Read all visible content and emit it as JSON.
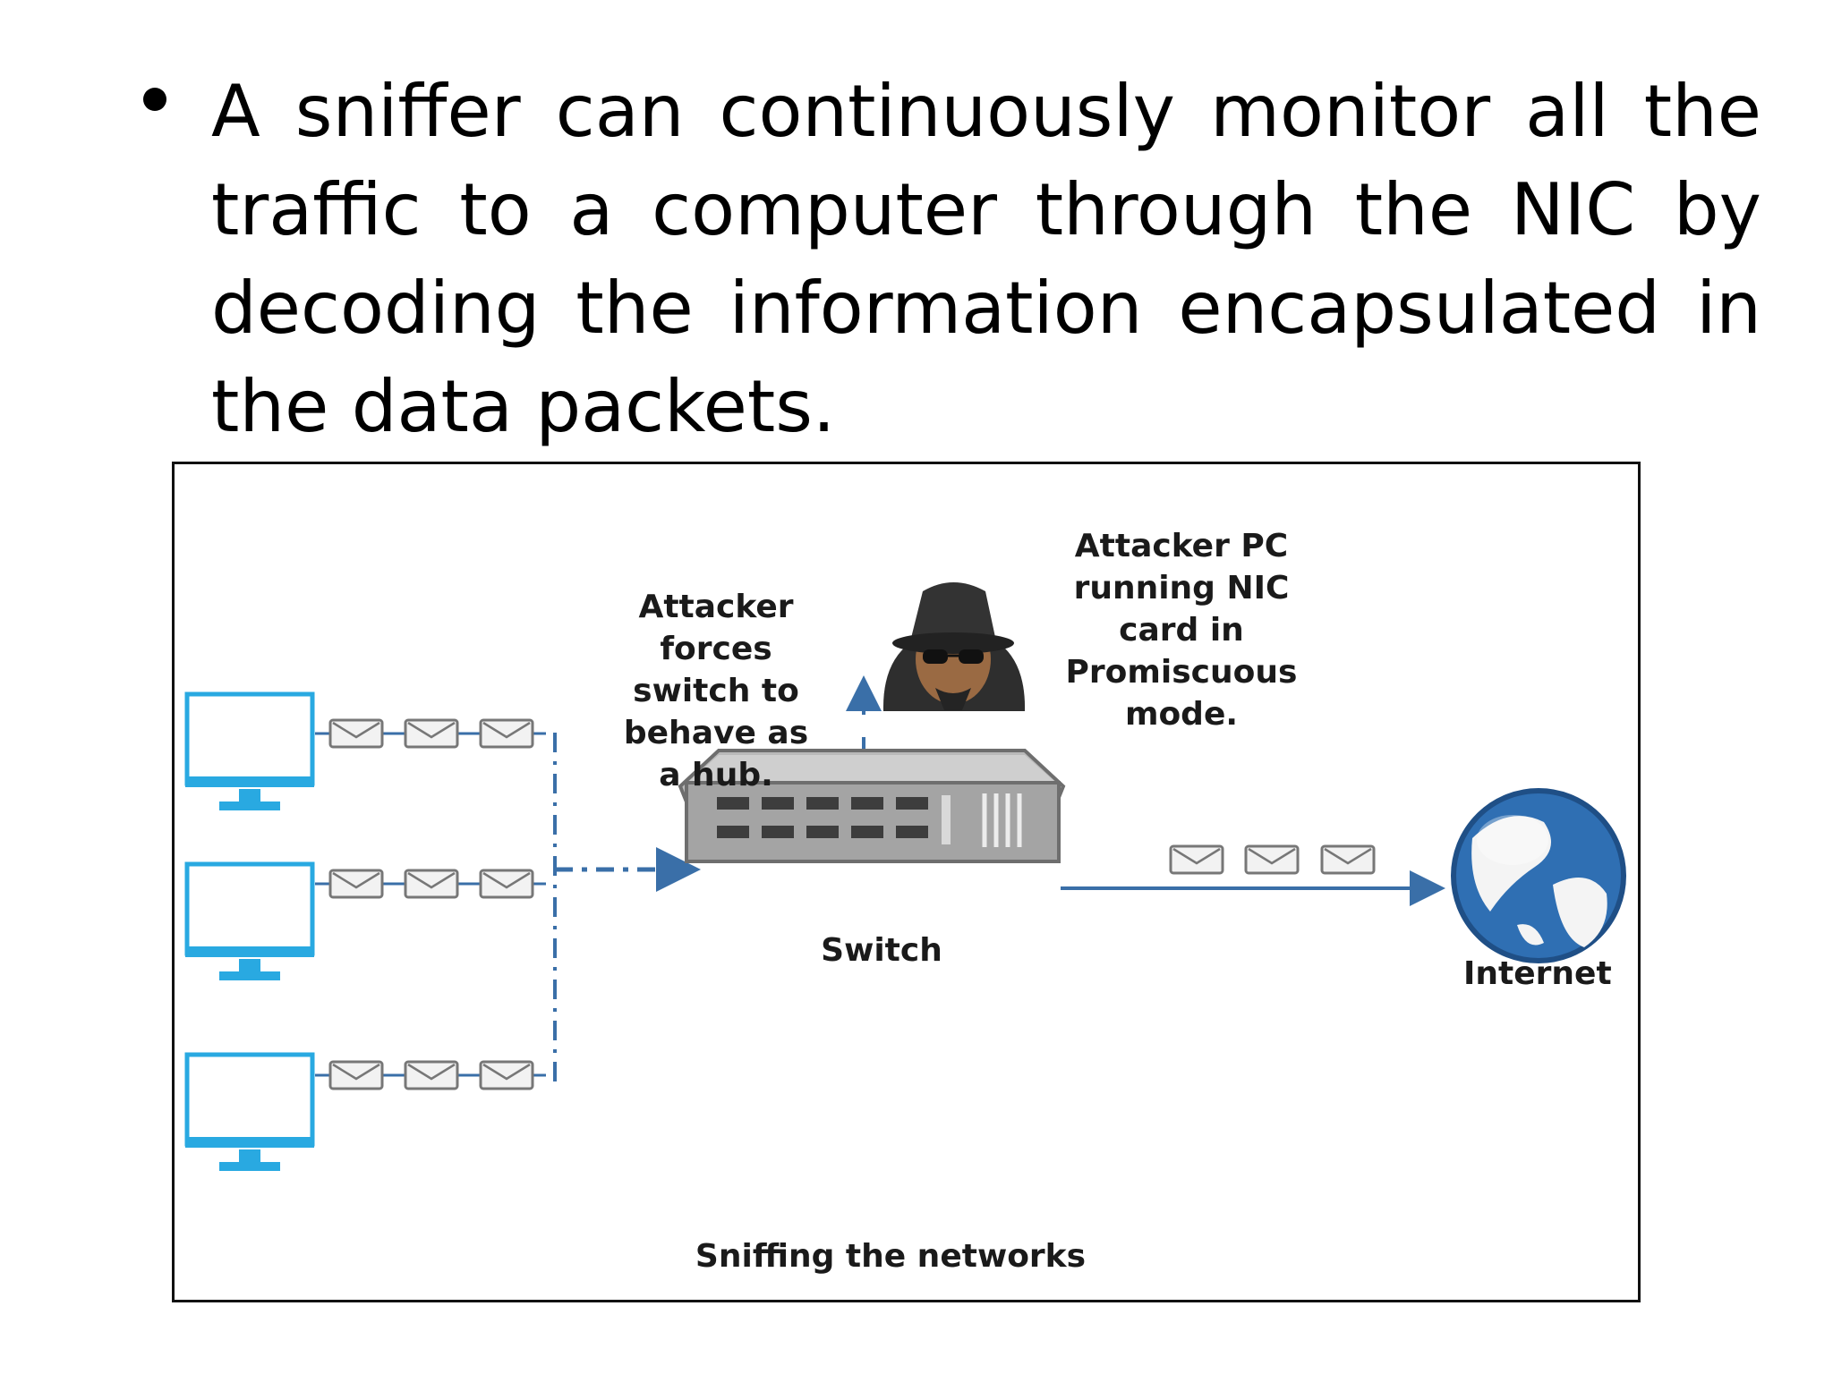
{
  "slide": {
    "bullet_text": "A sniffer can continuously monitor all the traffic to a computer through the NIC by decoding the information encapsulated in the data packets."
  },
  "diagram": {
    "attacker_pc_label": "Attacker PC running NIC card in Promiscuous mode.",
    "attacker_forces_label": "Attacker forces switch to behave as a hub.",
    "switch_label": "Switch",
    "internet_label": "Internet",
    "caption": "Sniffing the networks",
    "colors": {
      "monitor": "#29a9e1",
      "line": "#3a6fa8",
      "switch_body": "#9a9a9a",
      "text": "#1a1a1a"
    },
    "icons": [
      "monitor-icon",
      "envelope-icon",
      "attacker-icon",
      "switch-icon",
      "globe-icon"
    ]
  }
}
